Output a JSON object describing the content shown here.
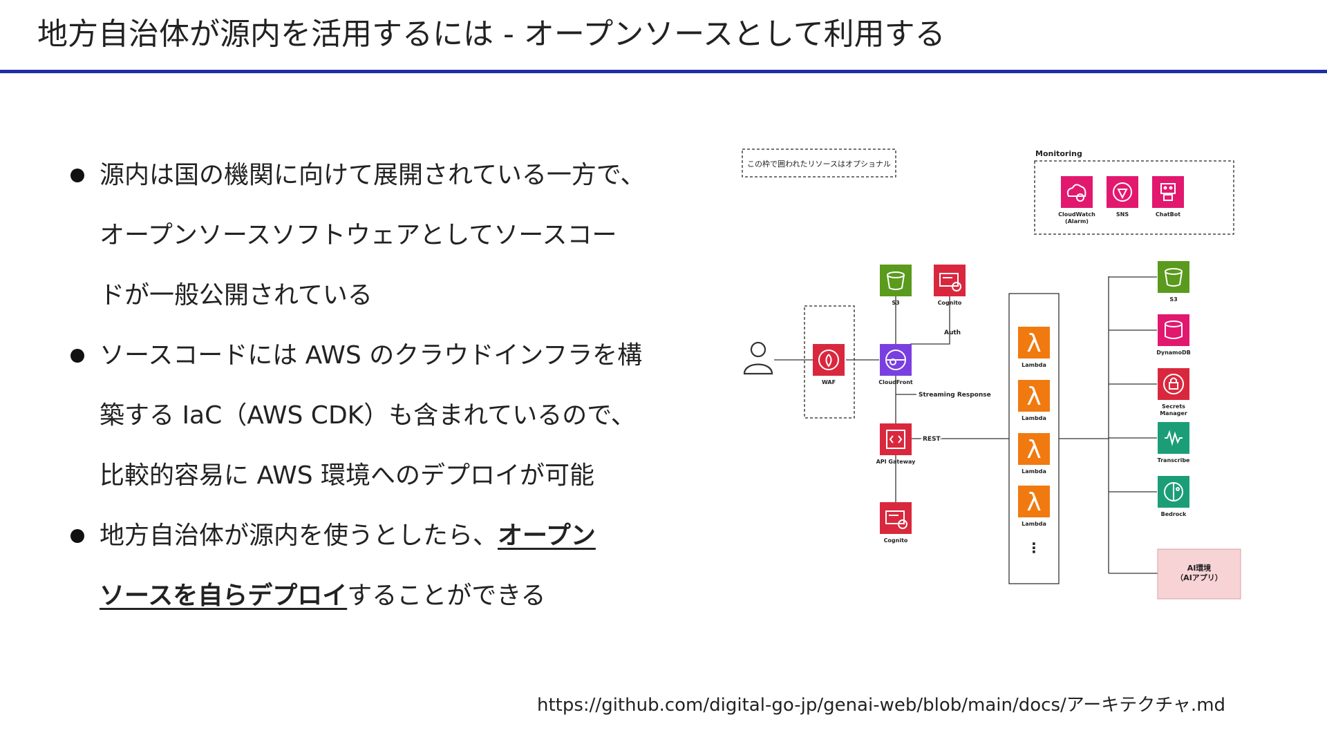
{
  "slide": {
    "title": "地方自治体が源内を活用するには - オープンソースとして利用する",
    "bullets": [
      {
        "lines": [
          "源内は国の機関に向けて展開されている一方で、",
          "オープンソースソフトウェアとしてソースコー",
          "ドが一般公開されている"
        ]
      },
      {
        "lines": [
          "ソースコードには AWS のクラウドインフラを構",
          "築する IaC（AWS CDK）も含まれているので、",
          "比較的容易に AWS 環境へのデプロイが可能"
        ]
      },
      {
        "line1_pre": "地方自治体が源内を使うとしたら、",
        "line1_emph": "オープン",
        "line2_emph": "ソースを自らデプロイ",
        "line2_post": "することができる"
      }
    ],
    "source_url": "https://github.com/digital-go-jp/genai-web/blob/main/docs/アーキテクチャ.md"
  },
  "diagram": {
    "optional_note": "この枠で囲われたリソースはオプショナル",
    "monitoring_label": "Monitoring",
    "monitoring": [
      "CloudWatch\n(Alarm)",
      "SNS",
      "ChatBot"
    ],
    "nodes": {
      "waf": "WAF",
      "cloudfront": "CloudFront",
      "s3_top": "S3",
      "cognito_top": "Cognito",
      "api_gateway": "API Gateway",
      "cognito_bottom": "Cognito",
      "lambda": "Lambda",
      "lambda_more": "⋮"
    },
    "edges": {
      "auth": "Auth",
      "streaming": "Streaming Response",
      "rest": "REST"
    },
    "backends": [
      "S3",
      "DynamoDB",
      "Secrets\nManager",
      "Transcribe",
      "Bedrock"
    ],
    "ai_env": "AI環境\n（AIアプリ）",
    "colors": {
      "green": "#5a9a1c",
      "pink": "#e2186f",
      "red": "#d9283e",
      "purple": "#7a3fe0",
      "orange": "#f07a10",
      "teal": "#1b9e77",
      "ai_bg": "#f8d3d6"
    }
  }
}
